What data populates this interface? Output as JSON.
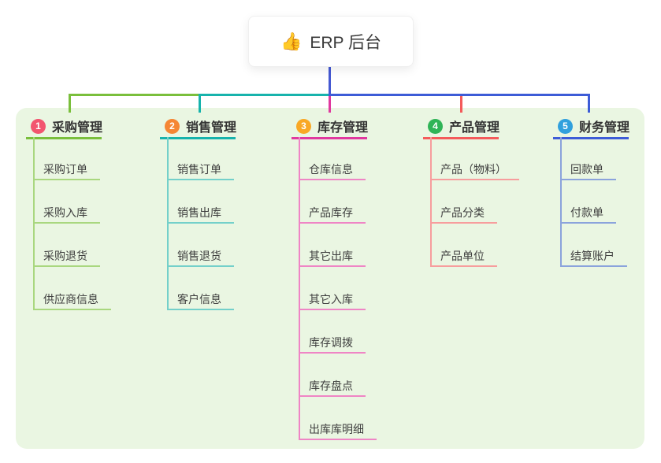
{
  "root": {
    "icon": "👍",
    "label": "ERP 后台"
  },
  "connector_color": "#4559d2",
  "panel_color": "#eaf6e2",
  "branches": [
    {
      "num": "1",
      "title": "采购管理",
      "badge_color": "#f2556f",
      "line_color": "#7abf3c",
      "child_line_color": "#a9d77f",
      "children": [
        "采购订单",
        "采购入库",
        "采购退货",
        "供应商信息"
      ]
    },
    {
      "num": "2",
      "title": "销售管理",
      "badge_color": "#f58634",
      "line_color": "#17b3ac",
      "child_line_color": "#74d0ca",
      "children": [
        "销售订单",
        "销售出库",
        "销售退货",
        "客户信息"
      ]
    },
    {
      "num": "3",
      "title": "库存管理",
      "badge_color": "#f9a825",
      "line_color": "#e0399f",
      "child_line_color": "#ef85c5",
      "children": [
        "仓库信息",
        "产品库存",
        "其它出库",
        "其它入库",
        "库存调拨",
        "库存盘点",
        "出库库明细"
      ]
    },
    {
      "num": "4",
      "title": "产品管理",
      "badge_color": "#30b457",
      "line_color": "#f45b5b",
      "child_line_color": "#f79d9d",
      "children": [
        "产品（物料）",
        "产品分类",
        "产品单位"
      ]
    },
    {
      "num": "5",
      "title": "财务管理",
      "badge_color": "#31a0dd",
      "line_color": "#3d5cd7",
      "child_line_color": "#8ba3dc",
      "children": [
        "回款单",
        "付款单",
        "结算账户"
      ]
    }
  ]
}
